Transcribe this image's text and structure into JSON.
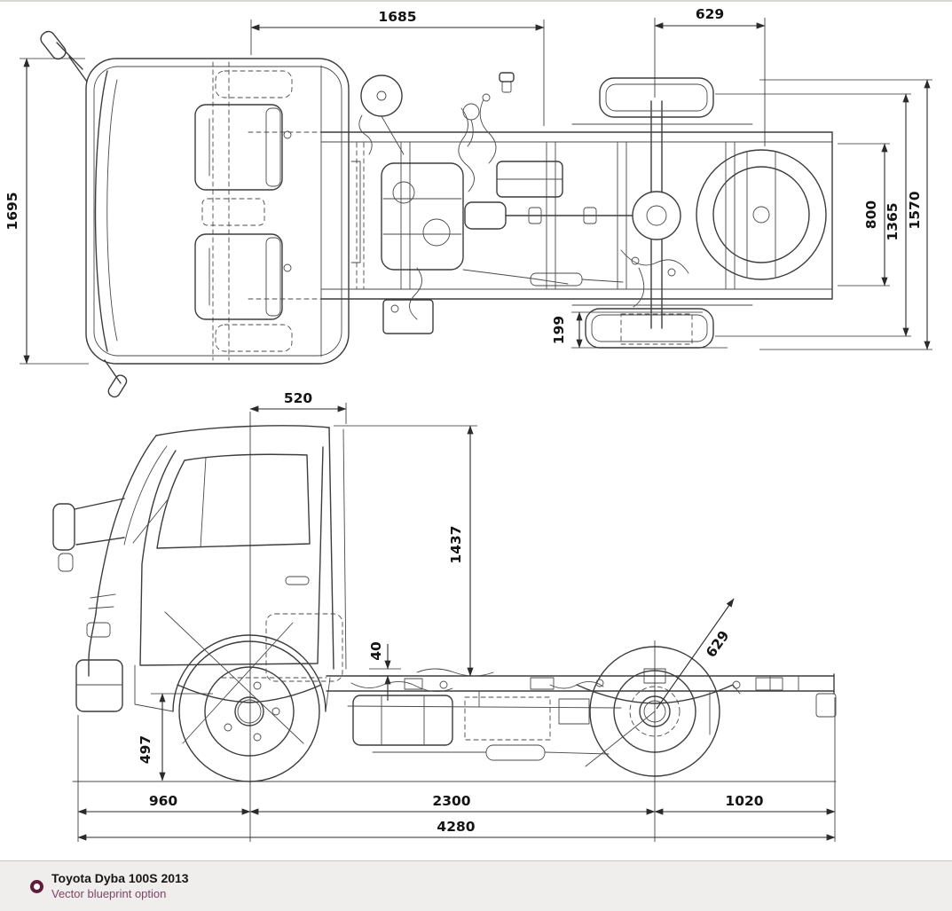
{
  "caption": {
    "title": "Toyota Dyba 100S 2013",
    "subtitle": "Vector blueprint option"
  },
  "colors": {
    "drawing_line": "#3d3d3d",
    "dimension_line": "#2b2b2b",
    "link_accent": "#7d4569",
    "bullet_ring": "#5f1d3d",
    "footer_background": "#f0eeec",
    "canvas_background": "#ffffff"
  },
  "top_view": {
    "dims": {
      "d1685": "1685",
      "d629": "629",
      "d1695": "1695",
      "d800": "800",
      "d1365": "1365",
      "d1570": "1570",
      "d199": "199"
    }
  },
  "side_view": {
    "dims": {
      "d520": "520",
      "d1437": "1437",
      "d40": "40",
      "d629": "629",
      "d497": "497",
      "d960": "960",
      "d2300": "2300",
      "d1020": "1020",
      "d4280": "4280"
    }
  }
}
